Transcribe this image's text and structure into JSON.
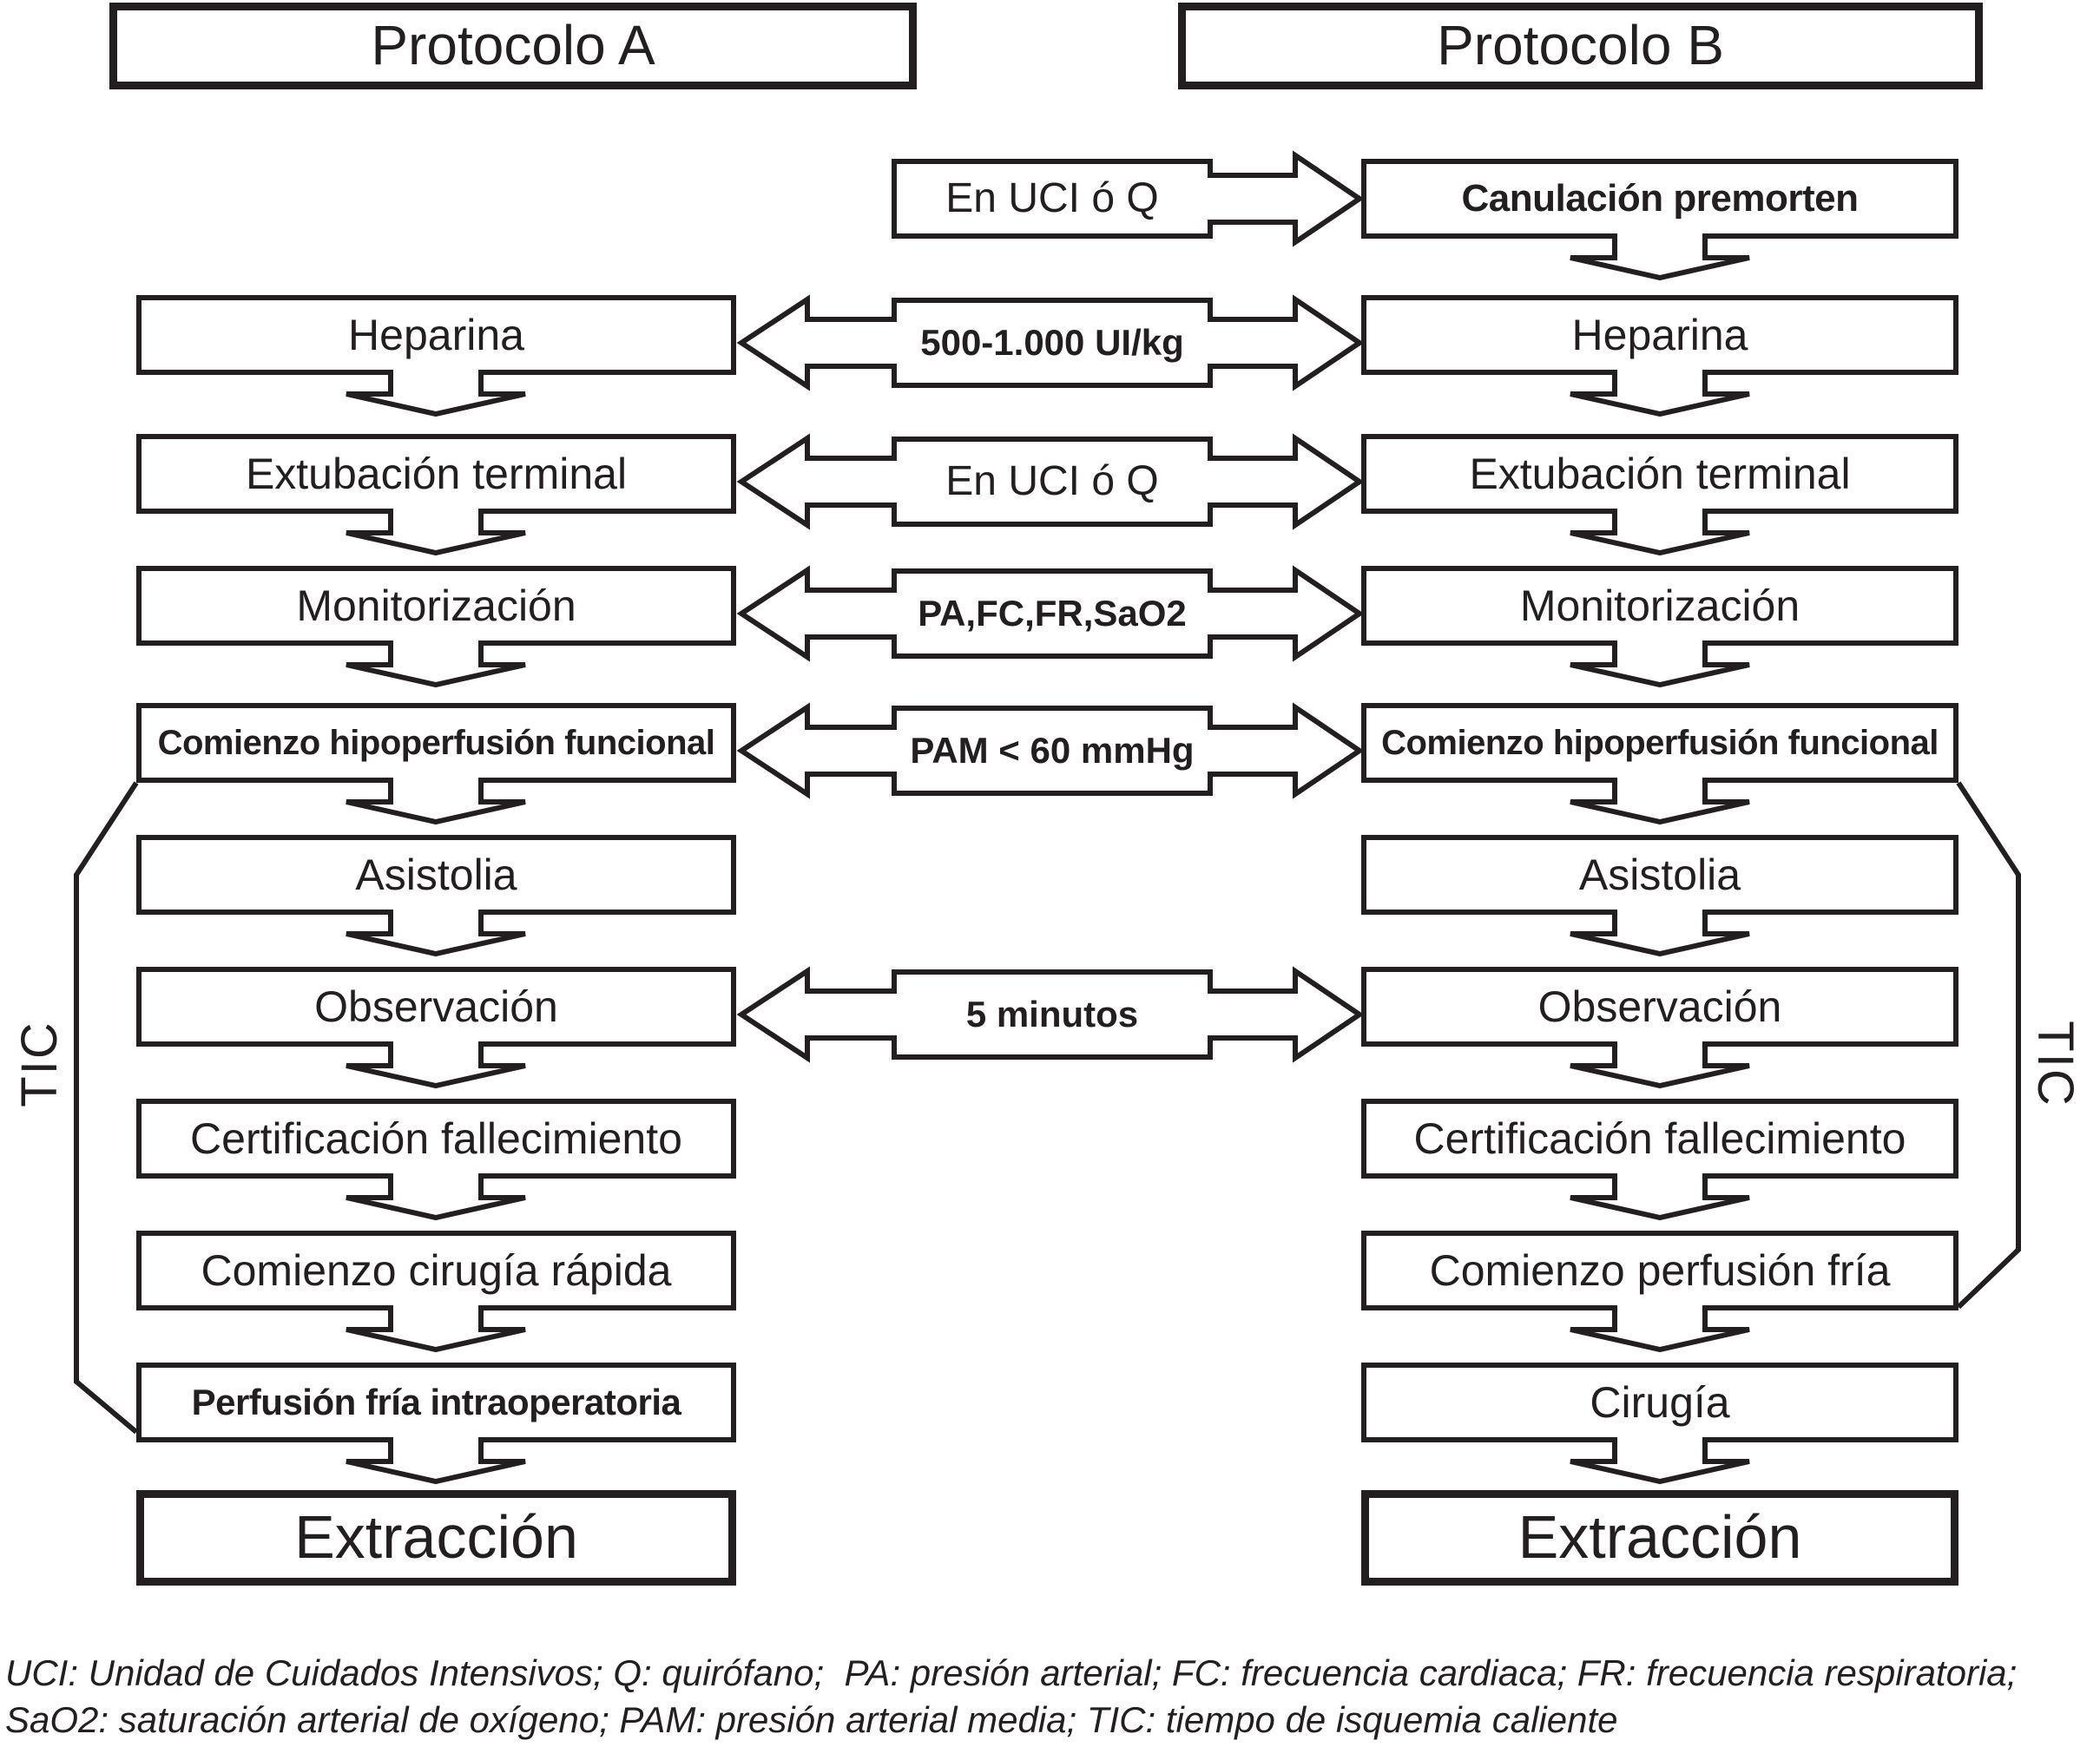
{
  "diagram": {
    "protocol_a": {
      "title": "Protocolo A",
      "steps": [
        {
          "label": "Heparina"
        },
        {
          "label": "Extubación terminal"
        },
        {
          "label": "Monitorización"
        },
        {
          "label": "Comienzo hipoperfusión funcional"
        },
        {
          "label": "Asistolia"
        },
        {
          "label": "Observación"
        },
        {
          "label": "Certificación fallecimiento"
        },
        {
          "label": "Comienzo cirugía rápida"
        },
        {
          "label": "Perfusión fría intraoperatoria"
        },
        {
          "label": "Extracción"
        }
      ]
    },
    "protocol_b": {
      "title": "Protocolo B",
      "steps": [
        {
          "label": "Canulación premorten"
        },
        {
          "label": "Heparina"
        },
        {
          "label": "Extubación terminal"
        },
        {
          "label": "Monitorización"
        },
        {
          "label": "Comienzo hipoperfusión funcional"
        },
        {
          "label": "Asistolia"
        },
        {
          "label": "Observación"
        },
        {
          "label": "Certificación fallecimiento"
        },
        {
          "label": "Comienzo perfusión fría"
        },
        {
          "label": "Cirugía"
        },
        {
          "label": "Extracción"
        }
      ]
    },
    "annotations": [
      {
        "label": "En UCI ó Q"
      },
      {
        "label": "500-1.000 UI/kg"
      },
      {
        "label": "En UCI ó Q"
      },
      {
        "label": "PA,FC,FR,SaO2"
      },
      {
        "label": "PAM < 60 mmHg"
      },
      {
        "label": "5 minutos"
      }
    ],
    "tic_left": "TIC",
    "tic_right": "TIC"
  },
  "footnote": {
    "line1": "UCI: Unidad de Cuidados Intensivos; Q: quirófano;  PA: presión arterial; FC: frecuencia cardiaca; FR: frecuencia respiratoria;",
    "line2": "SaO2: saturación arterial de oxígeno; PAM: presión arterial media; TIC: tiempo de isquemia caliente"
  },
  "colors": {
    "ink": "#231f20",
    "background": "#ffffff"
  }
}
